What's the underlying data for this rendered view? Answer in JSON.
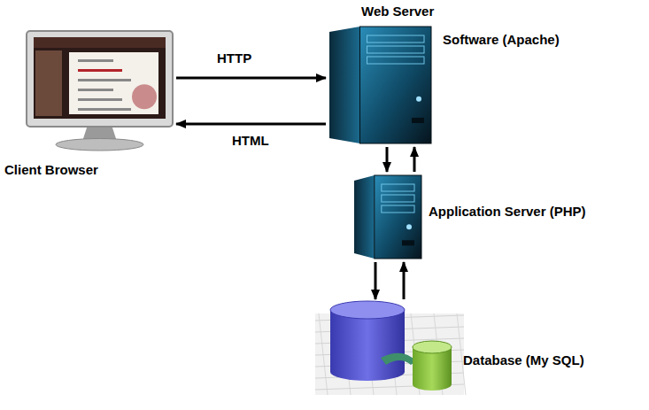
{
  "diagram": {
    "nodes": [
      {
        "text": [
          "Client Browser"
        ]
      },
      {
        "text": [
          "Web Server",
          "Software (Apache)"
        ]
      },
      {
        "text": [
          "Application Server (PHP)"
        ]
      },
      {
        "text": [
          "Database (My SQL)"
        ]
      }
    ],
    "edges": [
      {
        "from": 0,
        "to": 1,
        "label": "HTTP",
        "arrow": "to"
      },
      {
        "from": 1,
        "to": 0,
        "label": "HTML",
        "arrow": "to"
      },
      {
        "from": 1,
        "to": 2,
        "arrow": "to"
      },
      {
        "from": 2,
        "to": 1,
        "arrow": "to"
      },
      {
        "from": 2,
        "to": 3,
        "arrow": "to"
      },
      {
        "from": 3,
        "to": 2,
        "arrow": "to"
      }
    ]
  }
}
